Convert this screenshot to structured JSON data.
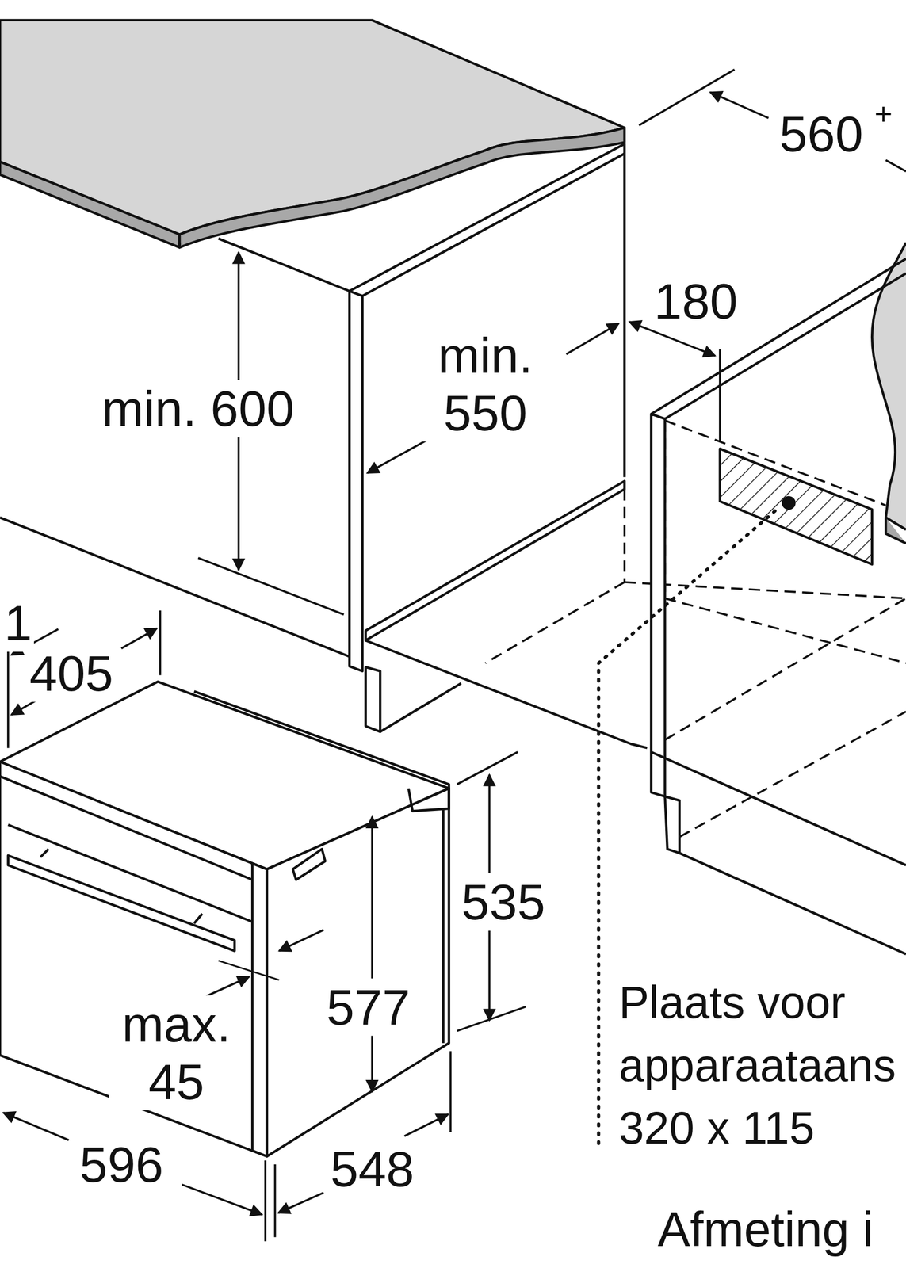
{
  "diagram": {
    "caption": "Afmeting i",
    "labels": [
      "560",
      "+",
      "180",
      "min. 550",
      "min. 600",
      "1",
      "405",
      "535",
      "577",
      "max. 45",
      "596",
      "548",
      "Plaats voor",
      "apparaataans",
      "320 x 115"
    ]
  }
}
